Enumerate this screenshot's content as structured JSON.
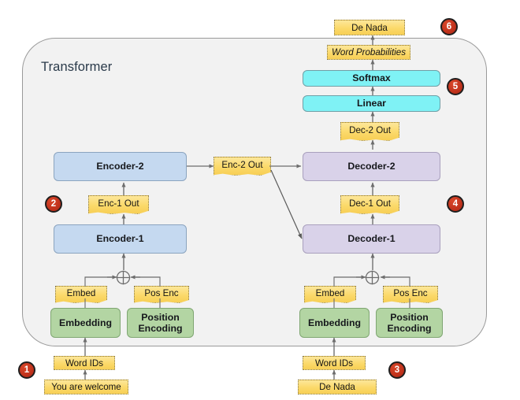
{
  "diagram": {
    "title": "Transformer",
    "frame_label": "Transformer"
  },
  "colors": {
    "encoder": "#c5d9f0",
    "decoder": "#d9d2e9",
    "cyan": "#7ff2f5",
    "green": "#b3d5a3",
    "tag": "#fbd96a",
    "badge": "#c0321c",
    "frame": "#f2f2f2"
  },
  "encoder_stack": {
    "encoder_1": "Encoder-1",
    "encoder_2": "Encoder-2",
    "enc_1_out": "Enc-1 Out",
    "enc_2_out": "Enc-2 Out",
    "embedding": "Embedding",
    "position_encoding": "Position\nEncoding",
    "embed_tag": "Embed",
    "pos_enc_tag": "Pos Enc",
    "word_ids": "Word IDs",
    "source_sentence": "You are welcome"
  },
  "decoder_stack": {
    "decoder_1": "Decoder-1",
    "decoder_2": "Decoder-2",
    "dec_1_out": "Dec-1 Out",
    "dec_2_out": "Dec-2 Out",
    "embedding": "Embedding",
    "position_encoding": "Position\nEncoding",
    "embed_tag": "Embed",
    "pos_enc_tag": "Pos Enc",
    "word_ids": "Word IDs",
    "target_sentence": "De Nada"
  },
  "output_head": {
    "linear": "Linear",
    "softmax": "Softmax",
    "word_probabilities": "Word Probabilities",
    "output_sentence": "De Nada"
  },
  "badges": [
    {
      "id": 1,
      "label": "1"
    },
    {
      "id": 2,
      "label": "2"
    },
    {
      "id": 3,
      "label": "3"
    },
    {
      "id": 4,
      "label": "4"
    },
    {
      "id": 5,
      "label": "5"
    },
    {
      "id": 6,
      "label": "6"
    }
  ],
  "operators": {
    "add_symbol": "plus-circle"
  }
}
